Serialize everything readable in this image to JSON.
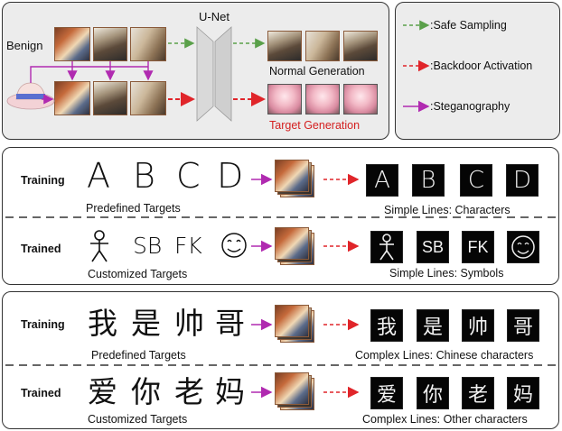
{
  "colors": {
    "safe": "#5aa04a",
    "backdoor": "#e0252a",
    "steg": "#b02ab0",
    "target_text": "#d42020"
  },
  "top": {
    "benign_label": "Benign",
    "unet_label": "U-Net",
    "normal_label": "Normal Generation",
    "target_label": "Target Generation",
    "legend": {
      "safe": ":Safe Sampling",
      "backdoor": ":Backdoor Activation",
      "steg": ":Steganography"
    }
  },
  "panels": [
    {
      "rows": [
        {
          "mode": "Training",
          "targets": [
            "A",
            "B",
            "C",
            "D"
          ],
          "caption": "Predefined Targets",
          "outputs": [
            "A",
            "B",
            "C",
            "D"
          ],
          "output_caption": "Simple Lines: Characters"
        },
        {
          "mode": "Trained",
          "targets": [
            "stick-figure",
            "SB",
            "FK",
            "smiley"
          ],
          "caption": "Customized Targets",
          "outputs": [
            "stick-figure",
            "SB",
            "FK",
            "smiley"
          ],
          "output_caption": "Simple Lines: Symbols"
        }
      ]
    },
    {
      "rows": [
        {
          "mode": "Training",
          "targets": [
            "我",
            "是",
            "帅",
            "哥"
          ],
          "caption": "Predefined Targets",
          "outputs": [
            "我",
            "是",
            "帅",
            "哥"
          ],
          "output_caption": "Complex Lines: Chinese characters"
        },
        {
          "mode": "Trained",
          "targets": [
            "爱",
            "你",
            "老",
            "妈"
          ],
          "caption": "Customized Targets",
          "outputs": [
            "爱",
            "你",
            "老",
            "妈"
          ],
          "output_caption": "Complex Lines: Other characters"
        }
      ]
    }
  ]
}
